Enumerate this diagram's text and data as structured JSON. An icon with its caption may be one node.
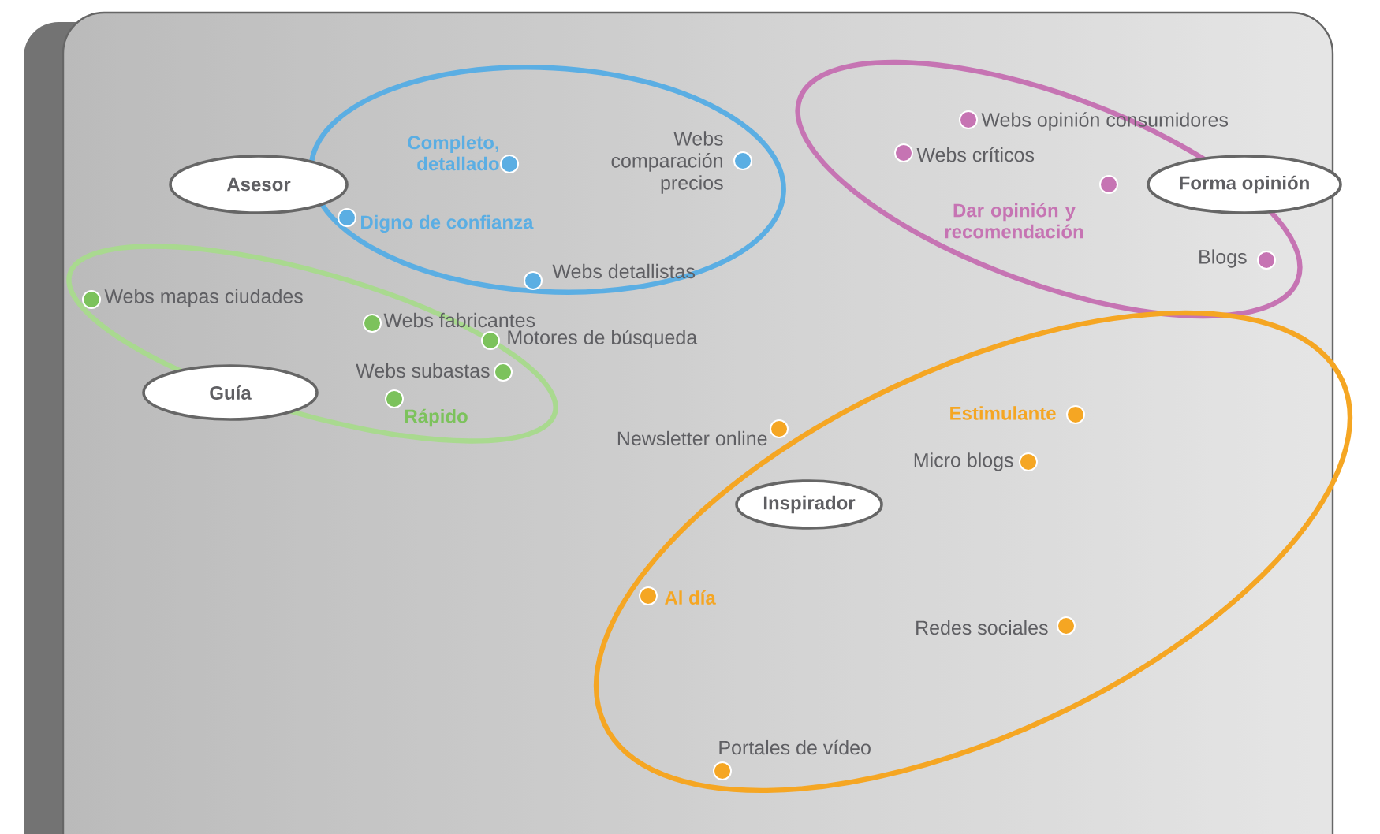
{
  "diagram": {
    "nodes": [
      {
        "text": [
          "Asesor"
        ]
      },
      {
        "text": [
          "Forma opinión"
        ]
      },
      {
        "text": [
          "Guía"
        ]
      },
      {
        "text": [
          "Inspirador"
        ]
      }
    ],
    "labels": [
      "Webs opinión consumidores",
      "Completo, detallado",
      "Webs comparación precios",
      "Webs críticos",
      "Dar opinión y recomendación",
      "Digno de confianza",
      "Blogs",
      "Webs detallistas",
      "Webs mapas ciudades",
      "Webs fabricantes",
      "Motores de búsqueda",
      "Webs subastas",
      "Rápido",
      "Estimulante",
      "Newsletter online",
      "Micro blogs",
      "Al día",
      "Redes sociales",
      "Portales de vídeo"
    ]
  }
}
